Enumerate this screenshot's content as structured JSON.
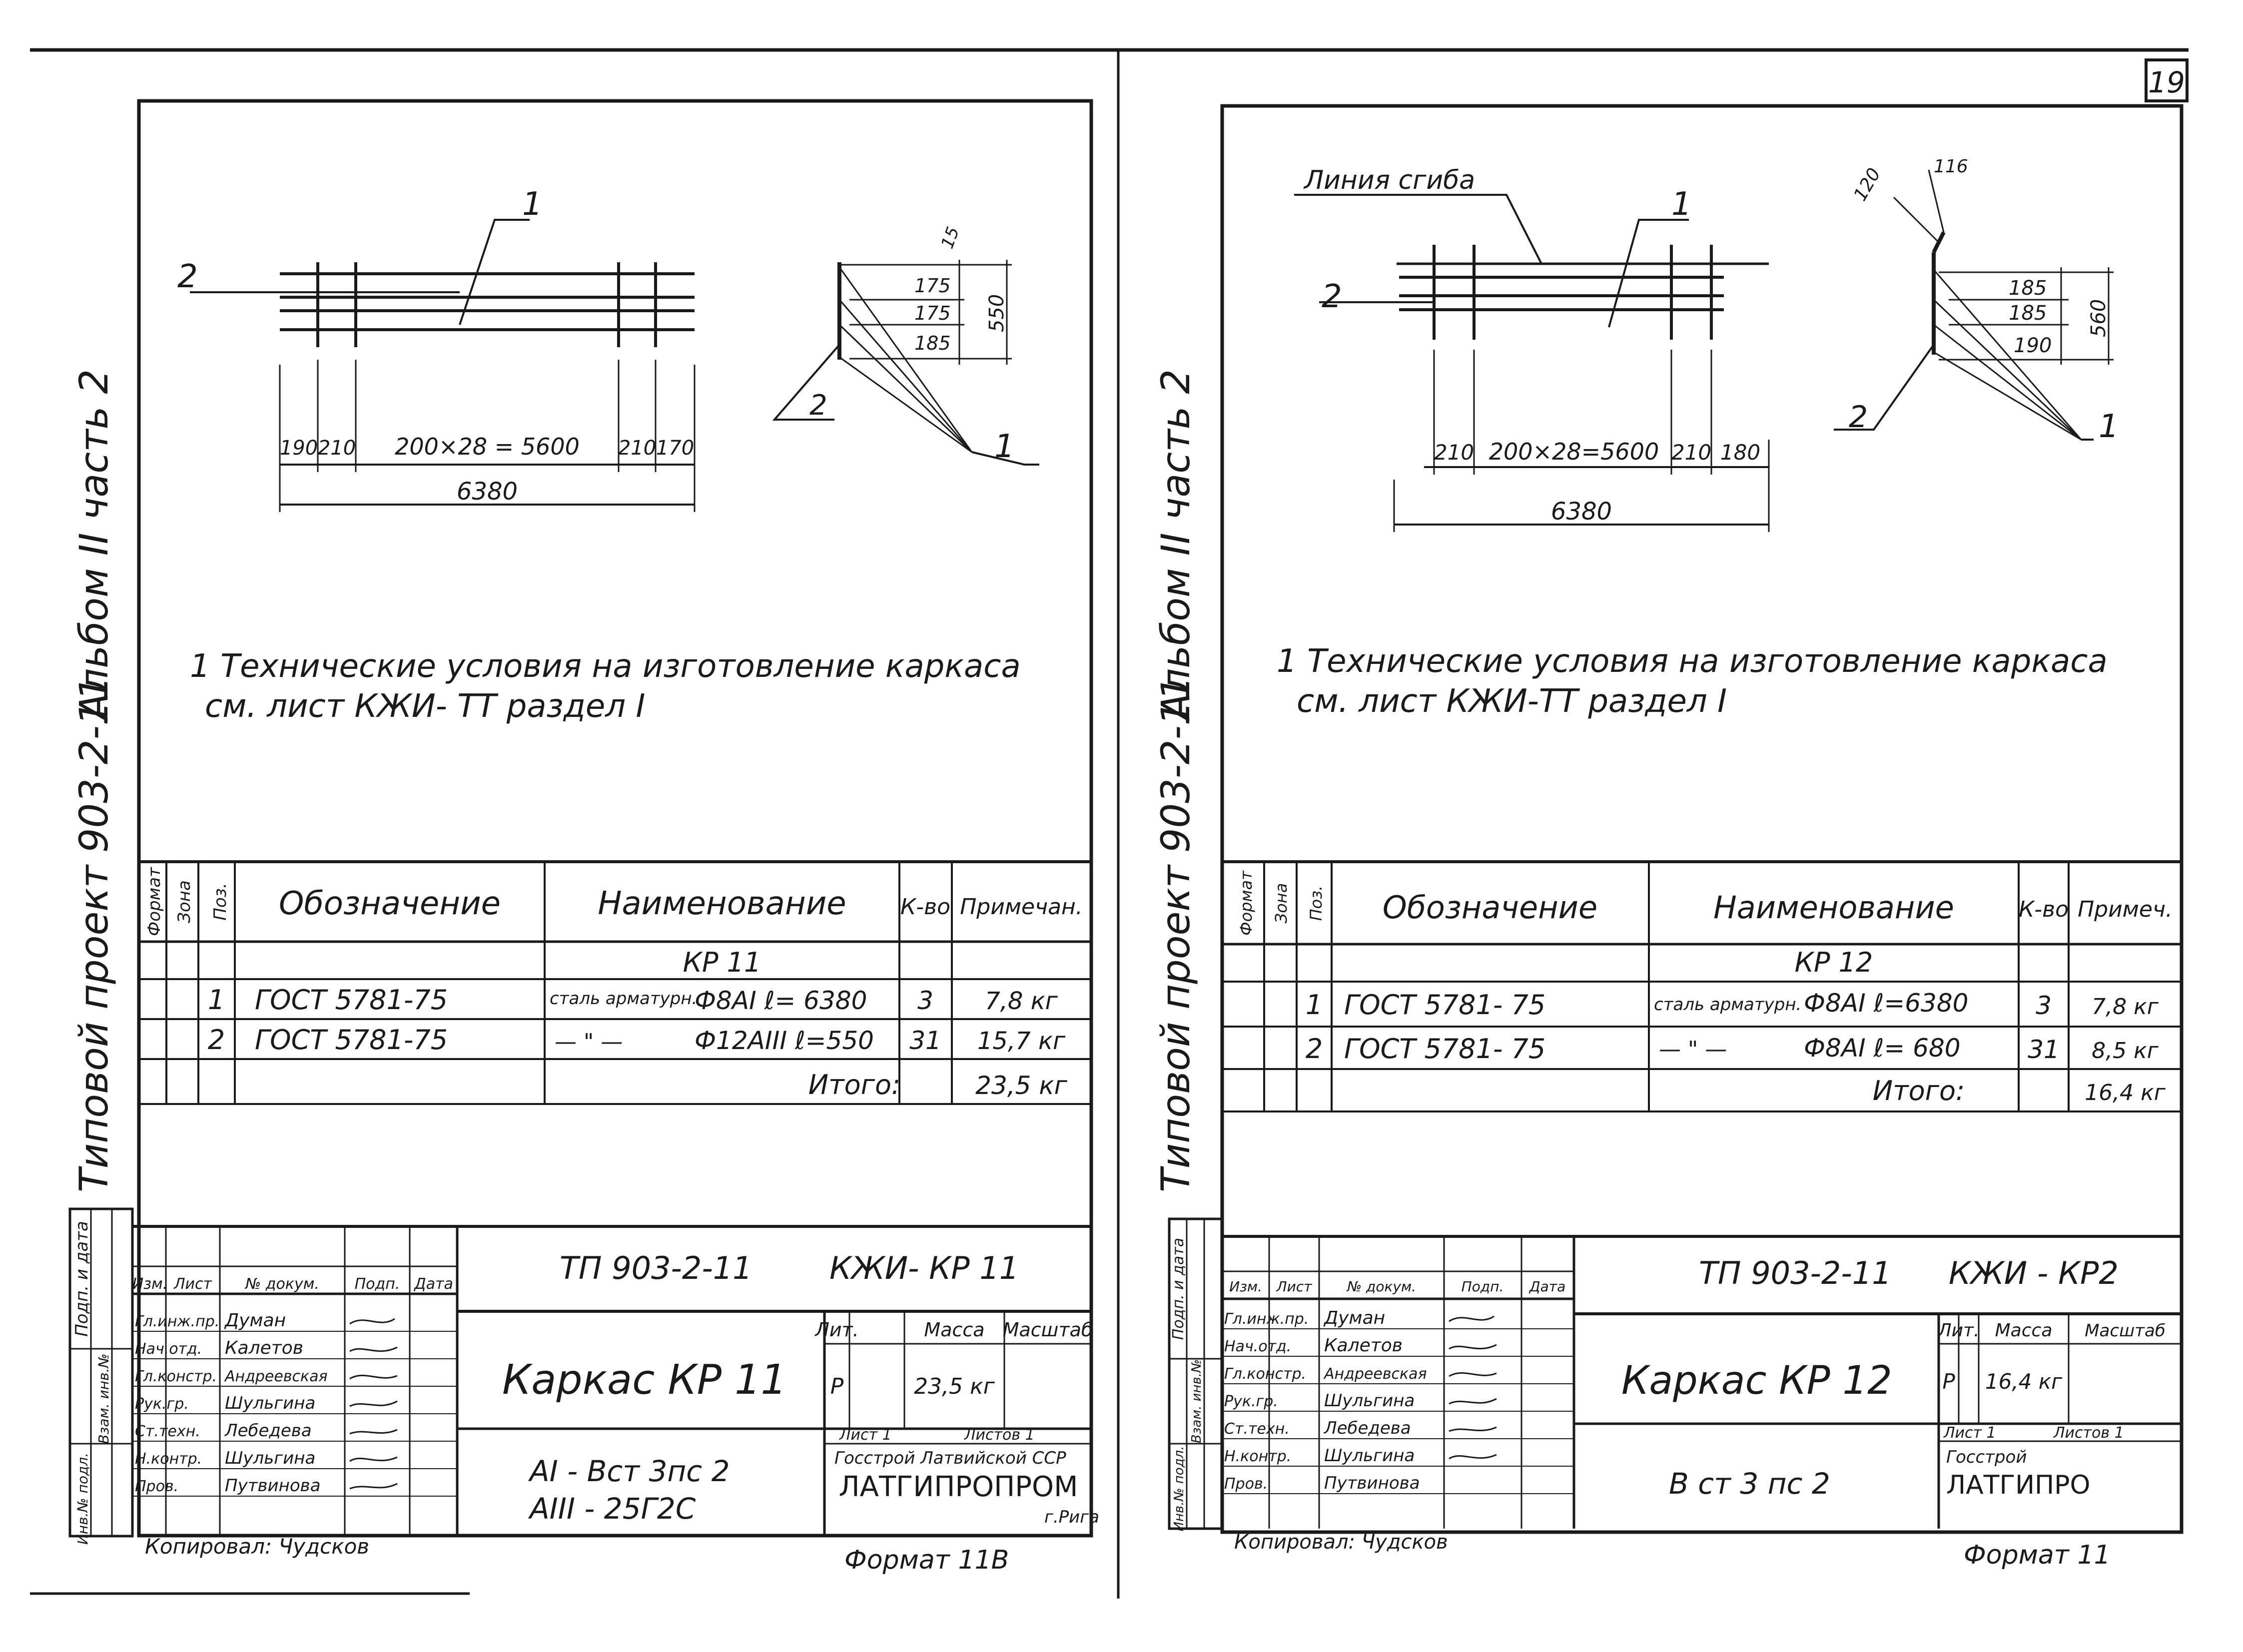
{
  "page_number": "19",
  "sheets": [
    {
      "album_label": "Альбом II часть 2",
      "project_label": "Типовой проект 903-2-11",
      "drawing": {
        "labels": [
          "1",
          "2"
        ],
        "dims_bottom": [
          "190",
          "210",
          "200×28 = 5600",
          "210",
          "170"
        ],
        "total_length": "6380",
        "side_dims": [
          "15",
          "175",
          "175",
          "185",
          "550"
        ],
        "side_labels": [
          "1",
          "2"
        ]
      },
      "note_line1": "1 Технические условия на изготовление каркаса",
      "note_line2": "см. лист КЖИ- ТТ раздел I",
      "spec": {
        "headers": [
          "Формат",
          "Зона",
          "Поз.",
          "Обозначение",
          "Наименование",
          "К-во",
          "Примечан."
        ],
        "group": "КР 11",
        "rows": [
          {
            "pos": "1",
            "designation": "ГОСТ 5781-75",
            "name_a": "сталь арматурн.",
            "name_b": "Ф8АI ℓ= 6380",
            "qty": "3",
            "note": "7,8 кг"
          },
          {
            "pos": "2",
            "designation": "ГОСТ 5781-75",
            "name_a": "— \" —",
            "name_b": "Ф12АIII ℓ=550",
            "qty": "31",
            "note": "15,7 кг"
          }
        ],
        "total_label": "Итого:",
        "total_value": "23,5 кг"
      },
      "title_block": {
        "code": "ТП 903-2-11",
        "sheet_code": "КЖИ- КР 11",
        "title": "Каркас КР 11",
        "material_1": "АI - Вст 3пс 2",
        "material_2": "АIII - 25Г2С",
        "header_cols": [
          "Изм.",
          "Лист",
          "№ докум.",
          "Подп.",
          "Дата"
        ],
        "staff": [
          {
            "role": "Гл.инж.пр.",
            "name": "Думан"
          },
          {
            "role": "Нач.отд.",
            "name": "Калетов"
          },
          {
            "role": "Гл.констр.",
            "name": "Андреевская"
          },
          {
            "role": "Рук.гр.",
            "name": "Шульгина"
          },
          {
            "role": "Ст.техн.",
            "name": "Лебедева"
          },
          {
            "role": "Н.контр.",
            "name": "Шульгина"
          },
          {
            "role": "Пров.",
            "name": "Путвинова"
          }
        ],
        "stage_headers": [
          "Лит.",
          "Масса",
          "Масштаб"
        ],
        "stage": "Р",
        "mass": "23,5 кг",
        "sheet_label": "Лист 1",
        "sheets_label": "Листов 1",
        "org_1": "Госстрой Латвийской ССР",
        "org_2": "ЛАТГИПРОПРОМ",
        "org_3": "г.Рига",
        "copied_by": "Копировал: Чудсков",
        "format": "Формат 11В",
        "left_strip": [
          "Инв.№ подл.",
          "Подп. и дата",
          "Взам. инв.№"
        ]
      }
    },
    {
      "album_label": "Альбом II часть 2",
      "project_label": "Типовой проект 903-2-11",
      "drawing": {
        "bend_label": "Линия сгиба",
        "labels": [
          "1",
          "2"
        ],
        "dims_bottom": [
          "210",
          "200×28=5600",
          "210",
          "180"
        ],
        "total_length": "6380",
        "angle_dims": [
          "120",
          "116"
        ],
        "side_dims": [
          "185",
          "185",
          "190",
          "560"
        ],
        "side_labels": [
          "2",
          "1"
        ]
      },
      "note_line1": "1 Технические условия на изготовление каркаса",
      "note_line2": "см. лист КЖИ-ТТ раздел I",
      "spec": {
        "headers": [
          "Формат",
          "Зона",
          "Поз.",
          "Обозначение",
          "Наименование",
          "К-во",
          "Примеч."
        ],
        "group": "КР 12",
        "rows": [
          {
            "pos": "1",
            "designation": "ГОСТ 5781- 75",
            "name_a": "сталь арматурн.",
            "name_b": "Ф8АI ℓ=6380",
            "qty": "3",
            "note": "7,8 кг"
          },
          {
            "pos": "2",
            "designation": "ГОСТ 5781- 75",
            "name_a": "— \" —",
            "name_b": "Ф8АI ℓ= 680",
            "qty": "31",
            "note": "8,5 кг"
          }
        ],
        "total_label": "Итого:",
        "total_value": "16,4 кг"
      },
      "title_block": {
        "code": "ТП 903-2-11",
        "sheet_code": "КЖИ - КР2",
        "title": "Каркас КР 12",
        "material_1": "В ст 3 пс 2",
        "header_cols": [
          "Изм.",
          "Лист",
          "№ докум.",
          "Подп.",
          "Дата"
        ],
        "staff": [
          {
            "role": "Гл.инж.пр.",
            "name": "Думан"
          },
          {
            "role": "Нач.отд.",
            "name": "Калетов"
          },
          {
            "role": "Гл.констр.",
            "name": "Андреевская"
          },
          {
            "role": "Рук.гр.",
            "name": "Шульгина"
          },
          {
            "role": "Ст.техн.",
            "name": "Лебедева"
          },
          {
            "role": "Н.контр.",
            "name": "Шульгина"
          },
          {
            "role": "Пров.",
            "name": "Путвинова"
          }
        ],
        "stage_headers": [
          "Лит.",
          "Масса",
          "Масштаб"
        ],
        "stage": "Р",
        "mass": "16,4 кг",
        "sheet_label": "Лист 1",
        "sheets_label": "Листов 1",
        "org_1": "Госстрой",
        "org_2": "ЛАТГИПРО",
        "copied_by": "Копировал: Чудсков",
        "format": "Формат 11",
        "left_strip": [
          "Инв.№ подл.",
          "Подп. и дата",
          "Взам. инв.№"
        ]
      }
    }
  ]
}
